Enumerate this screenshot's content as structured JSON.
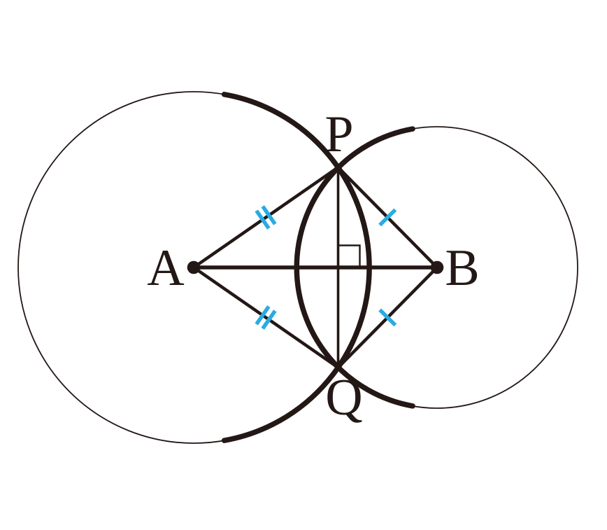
{
  "diagram": {
    "labels": {
      "a": "A",
      "b": "B",
      "p": "P",
      "q": "Q"
    },
    "colors": {
      "ink": "#231815",
      "tick_blue": "#29ABE2",
      "background": "#ffffff"
    },
    "marks": {
      "segment_ap": "double-tick",
      "segment_aq": "double-tick",
      "segment_bp": "single-tick",
      "segment_bq": "single-tick",
      "intersection_of_ab_and_pq": "right-angle-mark"
    }
  }
}
